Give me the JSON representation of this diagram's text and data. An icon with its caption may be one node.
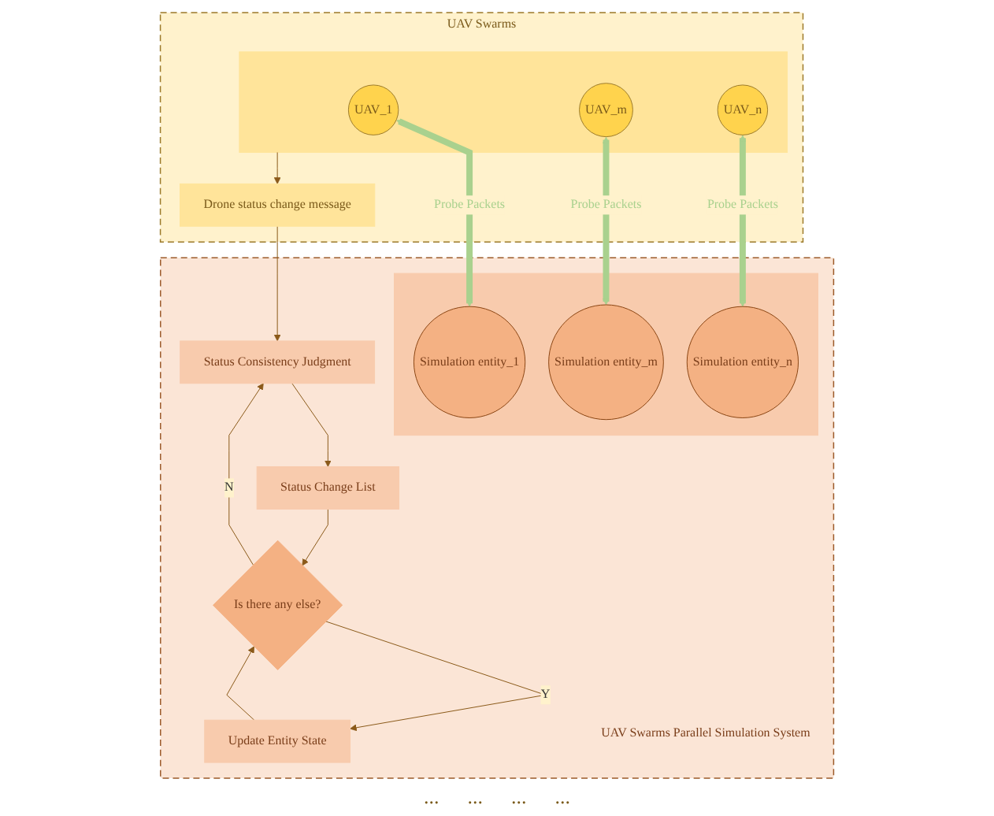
{
  "diagram": {
    "nodes": [
      {
        "text": [
          "UAV Swarms"
        ]
      },
      {
        "text": [
          "Drone status change message"
        ],
        "in": 0
      },
      {
        "text": [],
        "shape": "box",
        "in": 0
      },
      {
        "text": [
          "UAV_1"
        ],
        "in": 2
      },
      {
        "text": [
          "UAV_m"
        ],
        "in": 2
      },
      {
        "text": [
          "UAV_n"
        ],
        "in": 2
      },
      {
        "text": [
          "UAV Swarms Parallel Simulation System"
        ]
      },
      {
        "text": [
          "Status Consistency Judgment"
        ],
        "in": 6
      },
      {
        "text": [
          "Status Change List"
        ],
        "in": 6
      },
      {
        "text": [
          "Is there any else?"
        ],
        "in": 6
      },
      {
        "text": [
          "Update Entity State"
        ],
        "in": 6
      },
      {
        "text": [],
        "shape": "box",
        "in": 6
      },
      {
        "text": [
          "Simulation entity_1"
        ],
        "in": 11
      },
      {
        "text": [
          "Simulation entity_m"
        ],
        "in": 11
      },
      {
        "text": [
          "Simulation entity_n"
        ],
        "in": 11
      }
    ],
    "edges": [
      {
        "from": 2,
        "to": 1,
        "arrow": "to"
      },
      {
        "from": 1,
        "to": 7,
        "arrow": "to"
      },
      {
        "from": 7,
        "to": 8,
        "arrow": "to"
      },
      {
        "from": 8,
        "to": 9,
        "arrow": "to"
      },
      {
        "from": 9,
        "to": 10,
        "arrow": "to",
        "label": "Y"
      },
      {
        "from": 9,
        "to": 7,
        "arrow": "to",
        "label": "N"
      },
      {
        "from": 10,
        "to": 9,
        "arrow": "to"
      },
      {
        "from": 3,
        "to": 12,
        "arrow": "both",
        "label": "Probe Packets",
        "style": "thick",
        "color": "#a9d18e"
      },
      {
        "from": 4,
        "to": 13,
        "arrow": "both",
        "label": "Probe Packets",
        "style": "thick",
        "color": "#a9d18e"
      },
      {
        "from": 5,
        "to": 14,
        "arrow": "both",
        "label": "Probe Packets",
        "style": "thick",
        "color": "#a9d18e"
      }
    ],
    "labels": [
      "...",
      "...",
      "...",
      "..."
    ]
  }
}
